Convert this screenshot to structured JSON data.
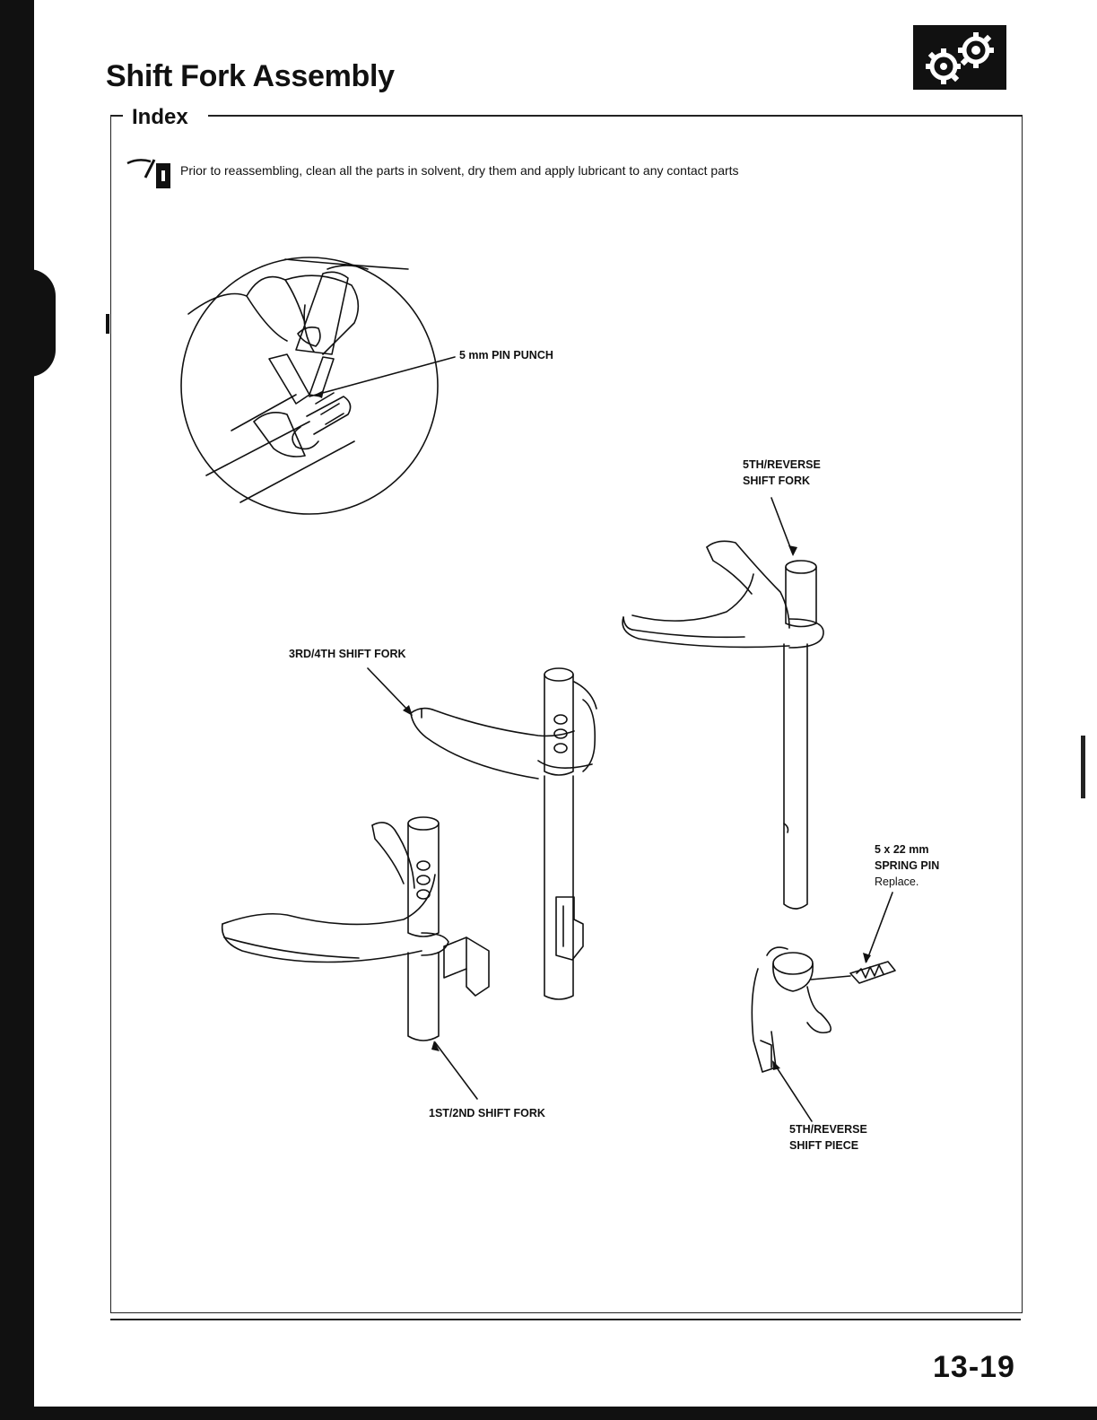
{
  "header": {
    "title": "Shift Fork Assembly",
    "logo_icon": "gears-icon"
  },
  "section": {
    "title": "Index"
  },
  "note": {
    "icon": "reassembly-note-icon",
    "text": "Prior to reassembling, clean all the parts in solvent, dry them and apply lubricant to any contact parts"
  },
  "labels": {
    "pin_punch": "5 mm PIN PUNCH",
    "fork_5th_rev_line1": "5TH/REVERSE",
    "fork_5th_rev_line2": "SHIFT FORK",
    "fork_3rd_4th": "3RD/4TH SHIFT FORK",
    "spring_pin_line1": "5 x 22 mm",
    "spring_pin_line2": "SPRING PIN",
    "spring_pin_line3": "Replace.",
    "fork_1st_2nd": "1ST/2ND SHIFT FORK",
    "piece_5th_rev_line1": "5TH/REVERSE",
    "piece_5th_rev_line2": "SHIFT PIECE"
  },
  "footer": {
    "page_number": "13-19"
  }
}
